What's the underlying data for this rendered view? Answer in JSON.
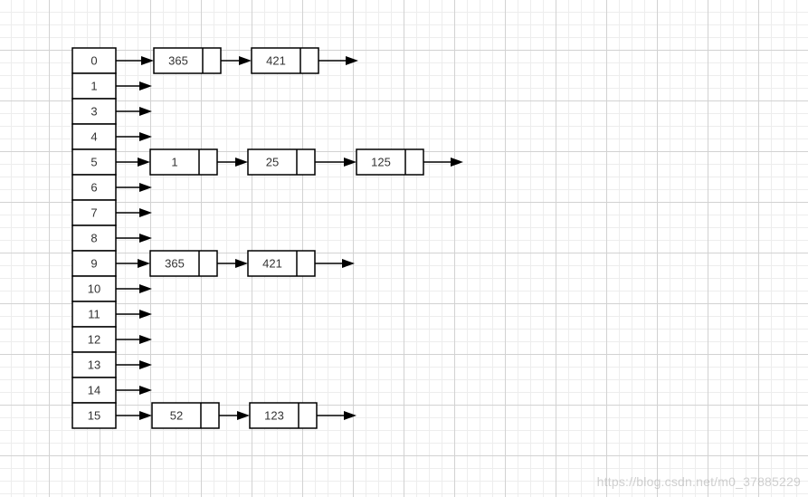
{
  "buckets": [
    {
      "label": "0",
      "nodes": [
        "365",
        "421"
      ]
    },
    {
      "label": "1",
      "nodes": []
    },
    {
      "label": "3",
      "nodes": []
    },
    {
      "label": "4",
      "nodes": []
    },
    {
      "label": "5",
      "nodes": [
        "1",
        "25",
        "125"
      ]
    },
    {
      "label": "6",
      "nodes": []
    },
    {
      "label": "7",
      "nodes": []
    },
    {
      "label": "8",
      "nodes": []
    },
    {
      "label": "9",
      "nodes": [
        "365",
        "421"
      ]
    },
    {
      "label": "10",
      "nodes": []
    },
    {
      "label": "11",
      "nodes": []
    },
    {
      "label": "12",
      "nodes": []
    },
    {
      "label": "13",
      "nodes": []
    },
    {
      "label": "14",
      "nodes": []
    },
    {
      "label": "15",
      "nodes": [
        "52",
        "123"
      ]
    }
  ],
  "watermark": "https://blog.csdn.net/m0_37885229"
}
